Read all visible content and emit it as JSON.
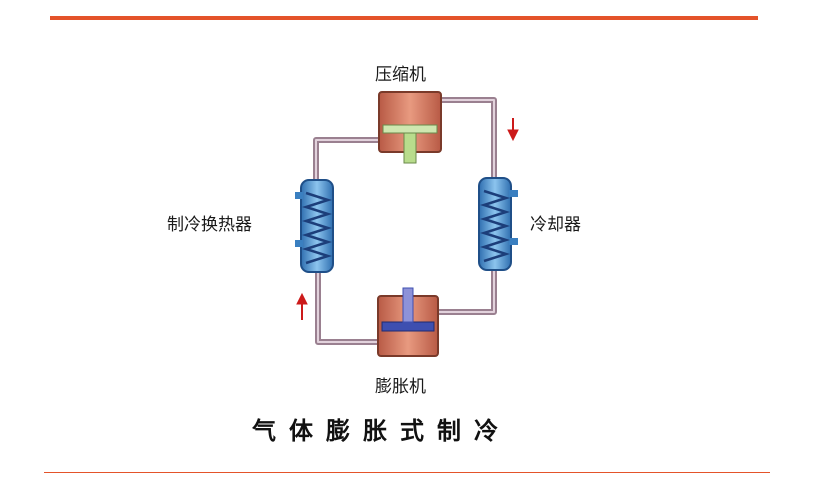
{
  "labels": {
    "compressor": "压缩机",
    "refrigerating_exchanger": "制冷换热器",
    "cooler": "冷却器",
    "expander": "膨胀机"
  },
  "caption": "气体膨胀式制冷",
  "colors": {
    "rule": "#e4532a",
    "pipe": "#b8a0b0",
    "exchanger": "#4a90d0",
    "cylinder": "#d98870",
    "arrow": "#cc1a1a"
  }
}
